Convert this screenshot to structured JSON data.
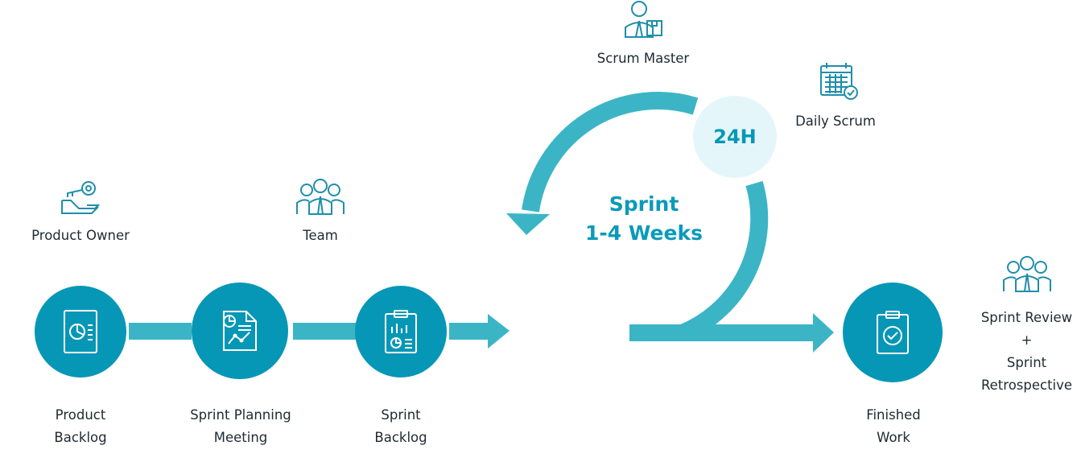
{
  "roles": {
    "product_owner": "Product Owner",
    "team": "Team",
    "scrum_master": "Scrum Master",
    "daily_scrum": "Daily Scrum",
    "review_line1": "Sprint Review",
    "review_plus": "+",
    "review_line2": "Sprint",
    "review_line3": "Retrospective"
  },
  "stages": {
    "product_backlog": [
      "Product",
      "Backlog"
    ],
    "sprint_planning": [
      "Sprint Planning",
      "Meeting"
    ],
    "sprint_backlog": [
      "Sprint",
      "Backlog"
    ],
    "finished_work": [
      "Finished",
      "Work"
    ]
  },
  "cycle": {
    "badge": "24H",
    "sprint_line1": "Sprint",
    "sprint_line2": "1-4 Weeks"
  },
  "colors": {
    "node": "#0797b6",
    "connector": "#3bb5c6",
    "icon_outline": "#1f8eaa",
    "badge_bg": "#e5f6fb"
  },
  "icons": [
    "hand-key-icon",
    "team-icon",
    "scrum-master-icon",
    "calendar-icon",
    "document-chart-icon",
    "presentation-chart-icon",
    "clipboard-chart-icon",
    "clipboard-check-icon"
  ]
}
